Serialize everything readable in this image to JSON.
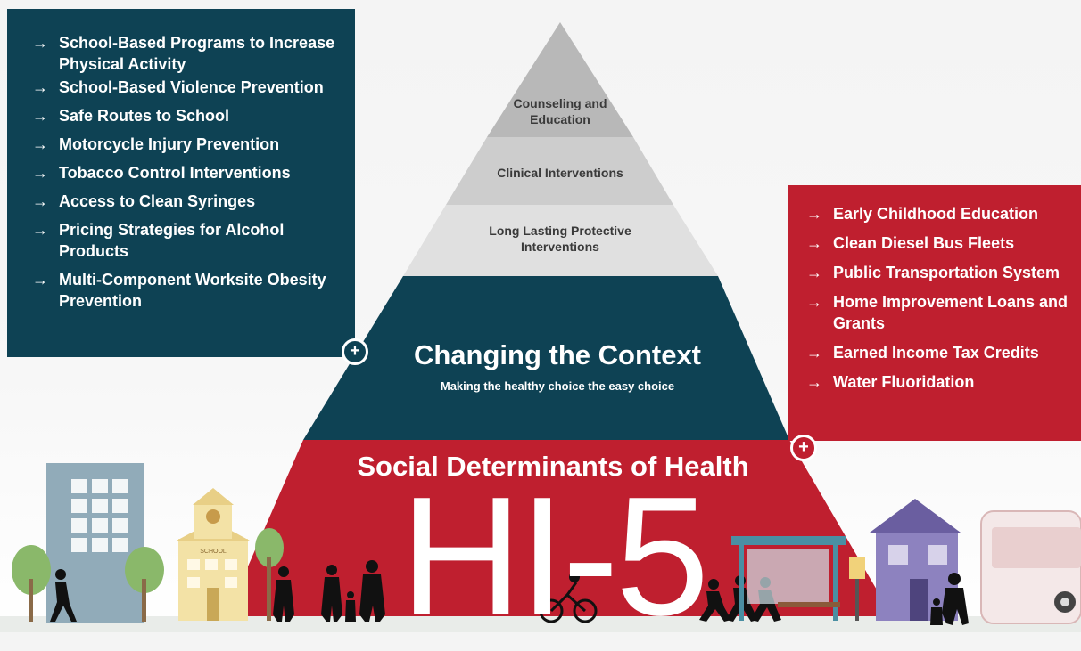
{
  "left_list": {
    "items": [
      "School-Based Programs to Increase Physical Activity",
      "School-Based Violence Prevention",
      "Safe Routes to School",
      "Motorcycle Injury Prevention",
      "Tobacco Control Interventions",
      "Access to Clean Syringes",
      "Pricing Strategies for Alcohol Products",
      "Multi-Component Worksite Obesity Prevention"
    ]
  },
  "right_list": {
    "items": [
      "Early Childhood Education",
      "Clean Diesel Bus Fleets",
      "Public Transportation System",
      "Home Improvement Loans and Grants",
      "Earned Income Tax Credits",
      "Water Fluoridation"
    ]
  },
  "pyramid": {
    "tier1": "Counseling and Education",
    "tier2": "Clinical Interventions",
    "tier3": "Long Lasting Protective Interventions",
    "context_title": "Changing the Context",
    "context_subtitle": "Making the healthy choice the easy choice",
    "sdh_title": "Social Determinants of Health",
    "logo_text": "HI-5"
  },
  "arrow_symbol": "→",
  "plus_symbol": "+",
  "scene": {
    "school_sign": "SCHOOL"
  },
  "colors": {
    "teal": "#0e4254",
    "red": "#bf1f2f",
    "tier1": "#b8b8b8",
    "tier2": "#cdcdcd",
    "tier3": "#e0e0e0"
  }
}
